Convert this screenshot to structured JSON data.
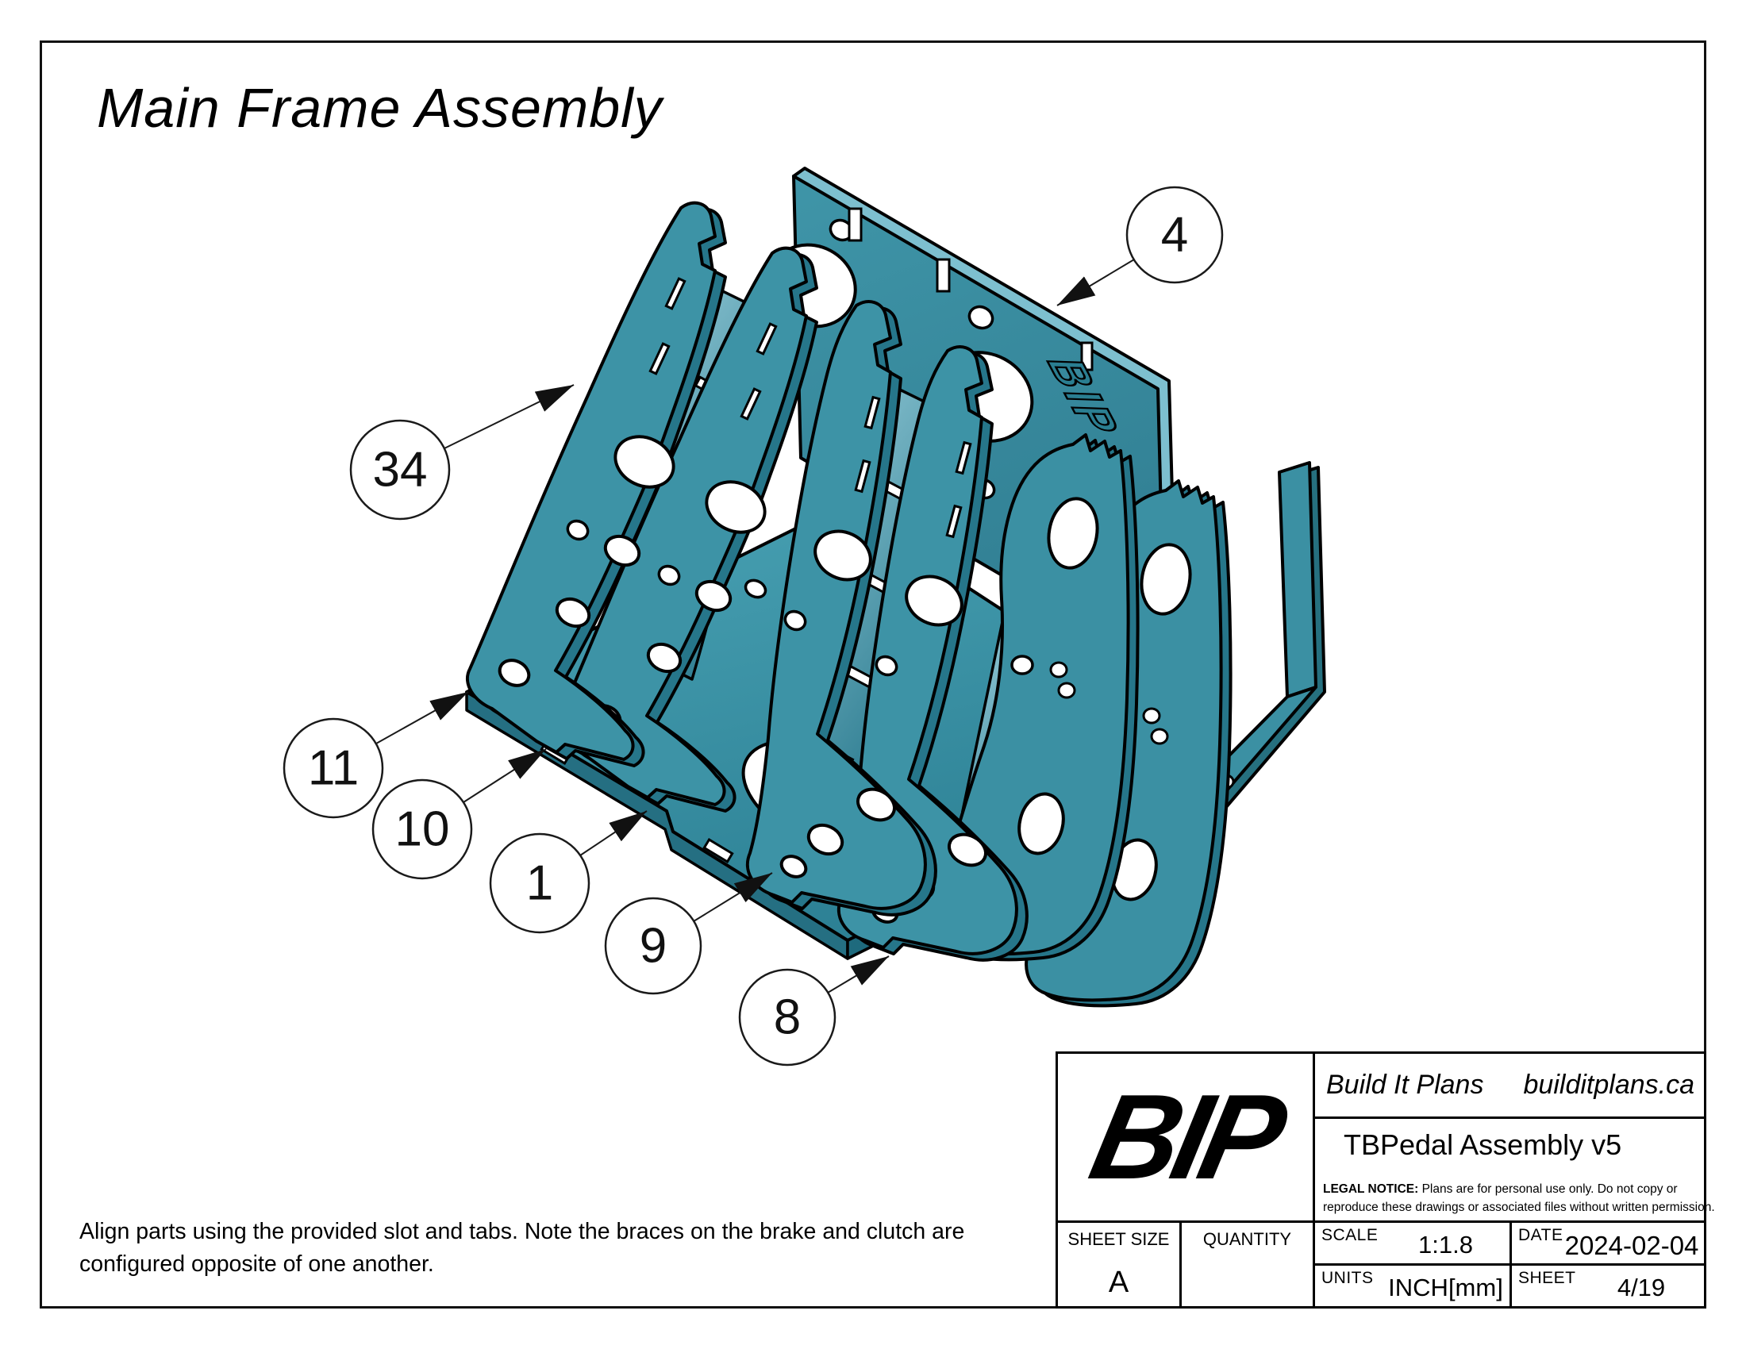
{
  "sheet": {
    "title": "Main Frame Assembly",
    "note_line1": "Align parts using the provided slot and tabs. Note the braces on the brake and clutch are",
    "note_line2": "configured opposite of one another."
  },
  "drawing": {
    "part_engraving": "BIP",
    "colors": {
      "face": "#3a8da0",
      "face_light": "#7dbfcf",
      "face_dark": "#26707f",
      "outline": "#000000"
    }
  },
  "balloons": [
    {
      "label": "4"
    },
    {
      "label": "34"
    },
    {
      "label": "11"
    },
    {
      "label": "10"
    },
    {
      "label": "1"
    },
    {
      "label": "9"
    },
    {
      "label": "8"
    }
  ],
  "title_block": {
    "logo": "BIP",
    "company": "Build It Plans",
    "website": "builditplans.ca",
    "part_title": "TBPedal Assembly v5",
    "legal_label": "LEGAL NOTICE:",
    "legal_rest": " Plans are for personal use only. Do not copy or",
    "legal_line2": "reproduce these drawings or associated files without written permission.",
    "sheet_size_label": "SHEET SIZE",
    "sheet_size_value": "A",
    "quantity_label": "QUANTITY",
    "quantity_value": "",
    "scale_label": "SCALE",
    "scale_value": "1:1.8",
    "date_label": "DATE",
    "date_value": "2024-02-04",
    "units_label": "UNITS",
    "units_value": "INCH[mm]",
    "sheet_label": "SHEET",
    "sheet_value": "4/19"
  }
}
